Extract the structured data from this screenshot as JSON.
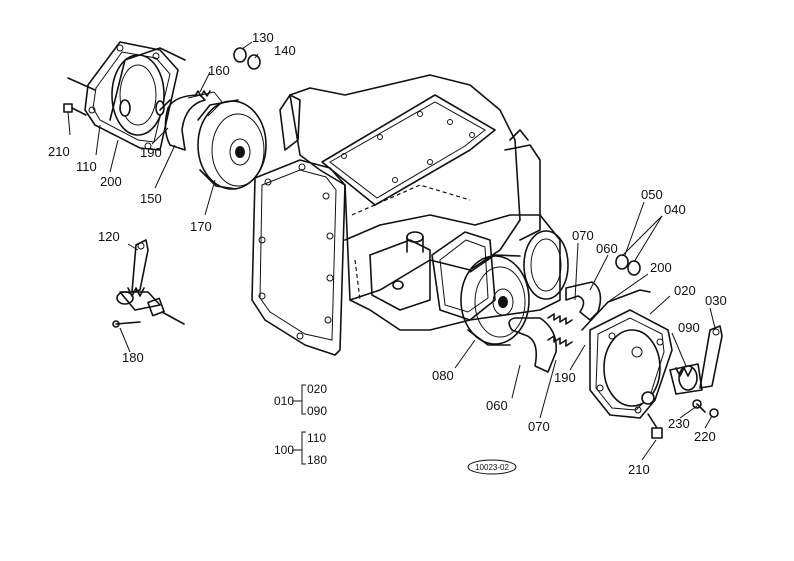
{
  "part_labels": [
    {
      "id": "p130",
      "text": "130"
    },
    {
      "id": "p140",
      "text": "140"
    },
    {
      "id": "p160",
      "text": "160"
    },
    {
      "id": "p210a",
      "text": "210"
    },
    {
      "id": "p110",
      "text": "110"
    },
    {
      "id": "p200a",
      "text": "200"
    },
    {
      "id": "p190a",
      "text": "190"
    },
    {
      "id": "p150",
      "text": "150"
    },
    {
      "id": "p170",
      "text": "170"
    },
    {
      "id": "p120",
      "text": "120"
    },
    {
      "id": "p180",
      "text": "180"
    },
    {
      "id": "p050",
      "text": "050"
    },
    {
      "id": "p040",
      "text": "040"
    },
    {
      "id": "p070a",
      "text": "070"
    },
    {
      "id": "p060a",
      "text": "060"
    },
    {
      "id": "p200b",
      "text": "200"
    },
    {
      "id": "p020",
      "text": "020"
    },
    {
      "id": "p030",
      "text": "030"
    },
    {
      "id": "p090",
      "text": "090"
    },
    {
      "id": "p190b",
      "text": "190"
    },
    {
      "id": "p080",
      "text": "080"
    },
    {
      "id": "p060b",
      "text": "060"
    },
    {
      "id": "p070b",
      "text": "070"
    },
    {
      "id": "p230",
      "text": "230"
    },
    {
      "id": "p220",
      "text": "220"
    },
    {
      "id": "p210b",
      "text": "210"
    }
  ],
  "assembly_groups": {
    "group_010": {
      "parent": "010",
      "children": [
        "020",
        "090"
      ]
    },
    "group_100": {
      "parent": "100",
      "children": [
        "110",
        "180"
      ]
    }
  },
  "drawing_code": "10023-02"
}
